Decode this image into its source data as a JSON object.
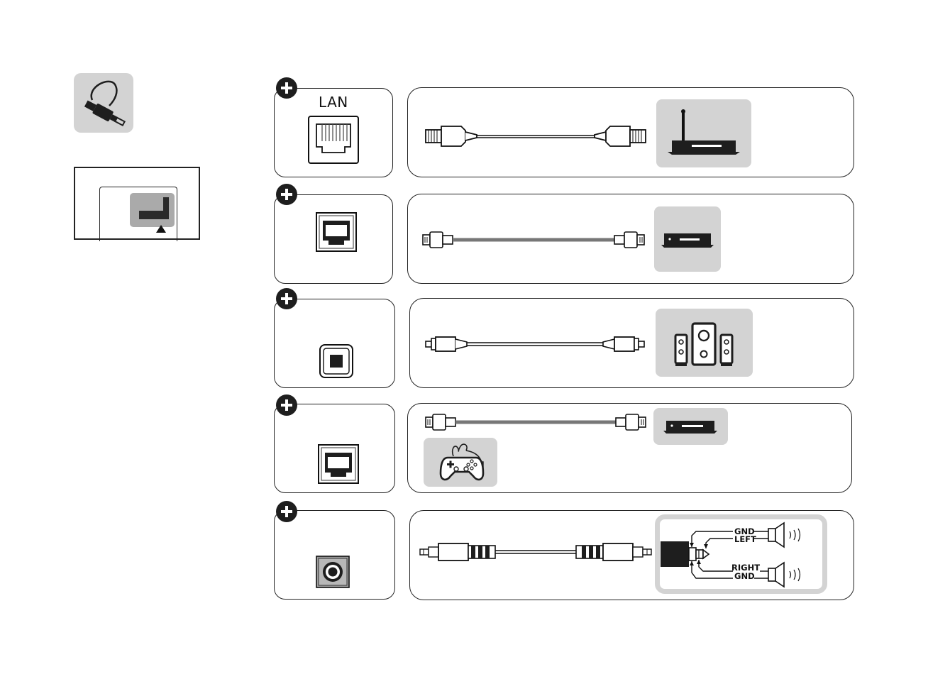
{
  "ports": {
    "lan": {
      "label": "LAN"
    }
  },
  "audio_pinout": {
    "gnd_top": "GND",
    "left": "LEFT",
    "right": "RIGHT",
    "gnd_bottom": "GND"
  },
  "colors": {
    "card_gray": "#d3d3d3",
    "line": "#222222",
    "accent_dark": "#1e1e1e"
  },
  "icons": {
    "sidebar_cable": "cable-plug-icon",
    "sidebar_port": "port-location-icon",
    "row1_port": "lan-port-icon",
    "row1_device": "router-icon",
    "row2_port": "hdmi-port-icon",
    "row2_device": "dvd-player-icon",
    "row3_port": "optical-port-icon",
    "row3_device": "speaker-system-icon",
    "row4_port": "hdmi-port-icon",
    "row4_devices": [
      "set-top-box-icon",
      "game-controller-icon"
    ],
    "row5_port": "audio-jack-port-icon",
    "row5_device": "headphone-pinout-icon"
  }
}
